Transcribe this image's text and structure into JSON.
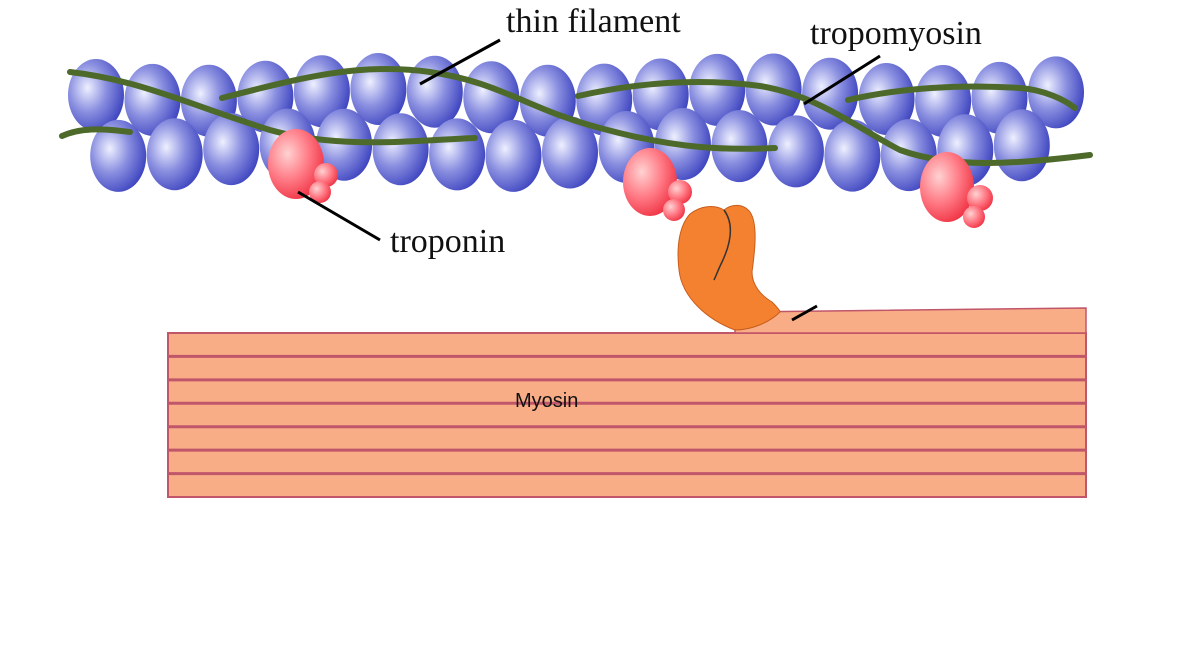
{
  "labels": {
    "thin_filament": "thin filament",
    "tropomyosin": "tropomyosin",
    "troponin": "troponin",
    "myosin": "Myosin"
  },
  "colors": {
    "actin_light": "#eef0ff",
    "actin_dark": "#2e35b8",
    "tropomyosin": "#4d6a2b",
    "troponin_light": "#ffd2d2",
    "troponin_dark": "#ee2a3c",
    "myosin_fill": "#f8ad86",
    "myosin_line": "#c0566a",
    "myosin_head": "#f3812f",
    "leader_line": "#000000"
  },
  "myosin": {
    "stripe_count": 7
  },
  "actin": {
    "subunits_per_strand": 18
  },
  "troponin": {
    "complex_count": 3
  }
}
